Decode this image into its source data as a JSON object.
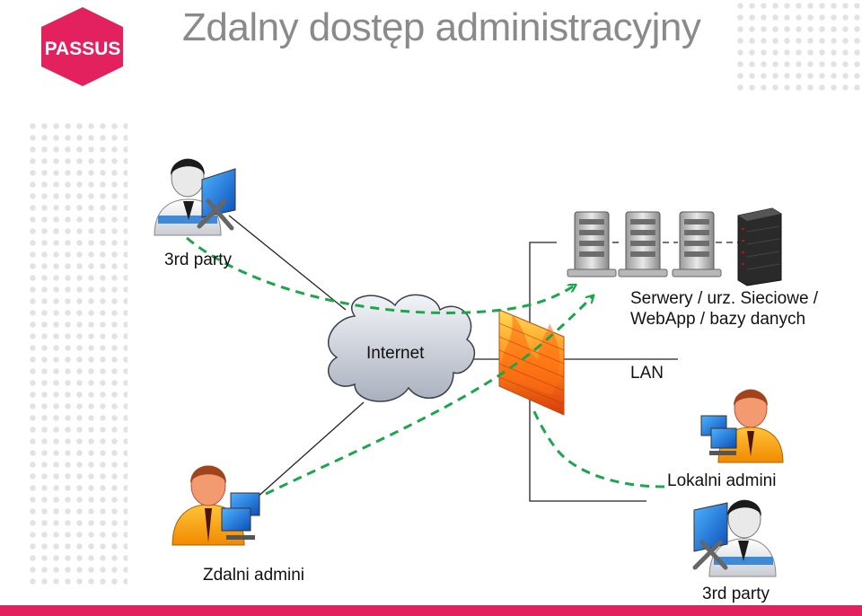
{
  "title": "Zdalny dostęp administracyjny",
  "logo_text": "PASSUS",
  "colors": {
    "brand": "#e3215f",
    "tunnel": "#1aa64a",
    "title": "#8a8a8a"
  },
  "labels": {
    "third_party_top": "3rd party",
    "internet": "Internet",
    "servers_line1": "Serwery / urz. Sieciowe /",
    "servers_line2": "WebApp / bazy danych",
    "lan": "LAN",
    "local_admins": "Lokalni admini",
    "remote_admins": "Zdalni admini",
    "third_party_bottom": "3rd party"
  },
  "icons": [
    "passus-logo",
    "third-party-admin-icon",
    "cloud-icon",
    "firewall-icon",
    "server-icon",
    "server-rack-icon",
    "local-admin-icon",
    "remote-admin-icon"
  ]
}
